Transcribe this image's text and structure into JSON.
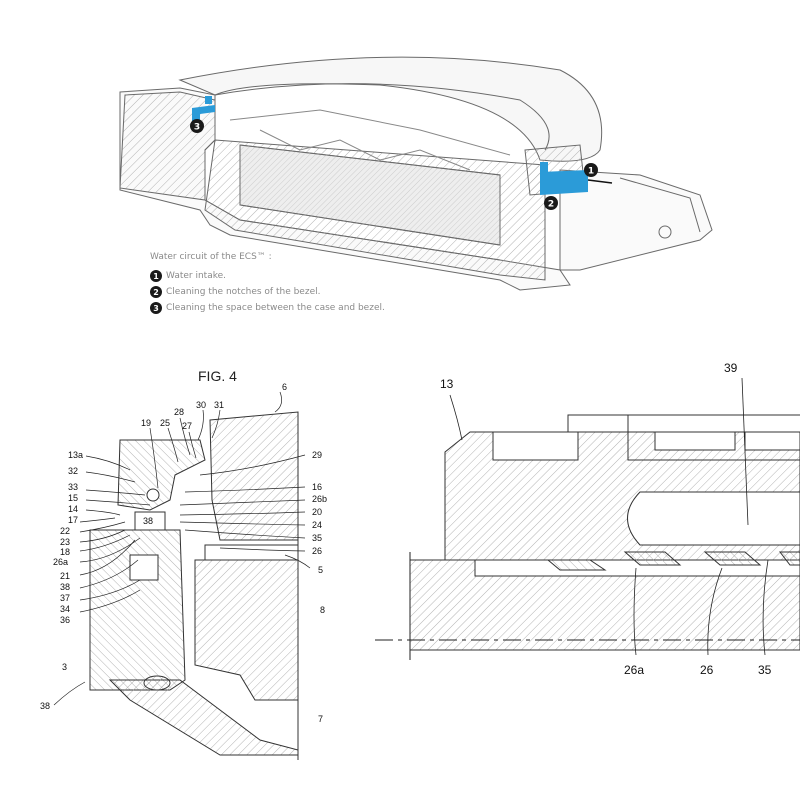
{
  "legend": {
    "title": "Water circuit of the ECS™ :",
    "items": [
      {
        "num": "1",
        "text": "Water intake."
      },
      {
        "num": "2",
        "text": "Cleaning the notches of the bezel."
      },
      {
        "num": "3",
        "text": "Cleaning the space between the case and bezel."
      }
    ]
  },
  "fig_title": "FIG. 4",
  "callouts_top": [
    "1",
    "2",
    "3"
  ],
  "fig4_labels": {
    "l6": "6",
    "l30": "30",
    "l31": "31",
    "l28": "28",
    "l19": "19",
    "l25": "25",
    "l27": "27",
    "l29": "29",
    "l13a": "13a",
    "l32": "32",
    "l33": "33",
    "l15": "15",
    "l14": "14",
    "l17": "17",
    "l22": "22",
    "l23": "23",
    "l18": "18",
    "l26a": "26a",
    "l21": "21",
    "l38a": "38",
    "l37": "37",
    "l34": "34",
    "l36": "36",
    "l16": "16",
    "l26b": "26b",
    "l20": "20",
    "l24": "24",
    "l35": "35",
    "l26": "26",
    "l5": "5",
    "l8": "8",
    "l3": "3",
    "l38b": "38",
    "l7": "7",
    "l38c": "38"
  },
  "detail_labels": {
    "l13": "13",
    "l39": "39",
    "l26a": "26a",
    "l26": "26",
    "l35": "35"
  },
  "colors": {
    "water": "#2b9bd8",
    "line": "#555555",
    "hatch": "#9a9a9a"
  }
}
